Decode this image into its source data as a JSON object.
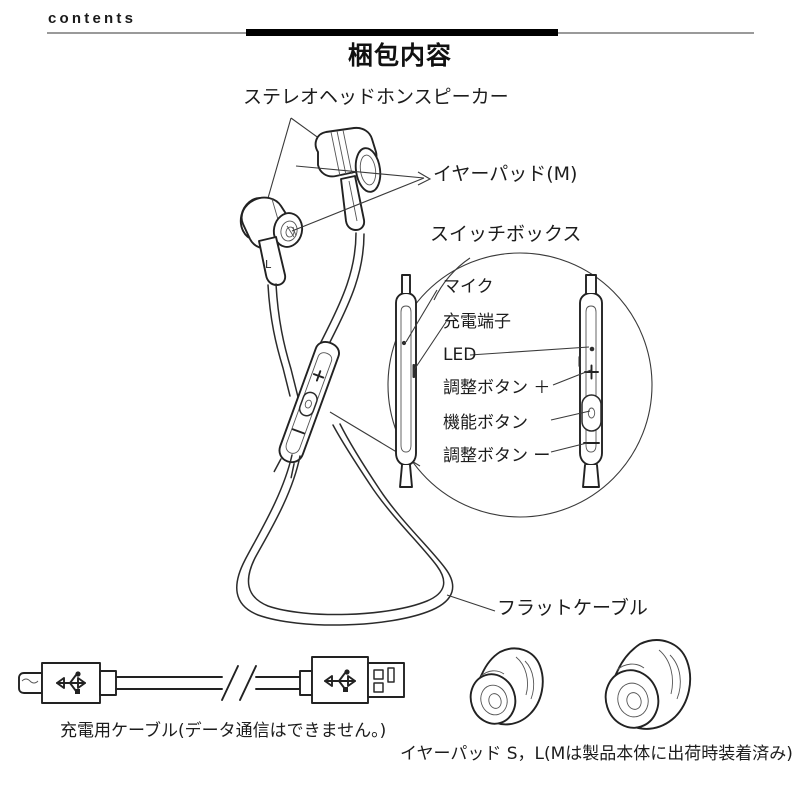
{
  "header": {
    "section_label": "contents",
    "title": "梱包内容"
  },
  "diagram": {
    "type": "product-parts-diagram",
    "subject": "Bluetooth stereo earphones package contents",
    "callouts": [
      {
        "id": "speaker",
        "label": "ステレオヘッドホンスピーカー"
      },
      {
        "id": "earpad-m",
        "label": "イヤーパッド(M)"
      },
      {
        "id": "switchbox",
        "label": "スイッチボックス"
      },
      {
        "id": "flat-cable",
        "label": "フラットケーブル"
      }
    ],
    "detail_circle": {
      "title_ref": "スイッチボックス",
      "callouts": [
        {
          "id": "mic",
          "label": "マイク"
        },
        {
          "id": "charge",
          "label": "充電端子"
        },
        {
          "id": "led",
          "label": "LED"
        },
        {
          "id": "vol-up",
          "label": "調整ボタン ＋"
        },
        {
          "id": "function",
          "label": "機能ボタン"
        },
        {
          "id": "vol-down",
          "label": "調整ボタン ー"
        }
      ],
      "button_marks": {
        "plus": "＋",
        "minus": "ー"
      }
    },
    "earbud_marks": {
      "left": "L"
    },
    "bottom_items": [
      {
        "id": "usb-cable",
        "caption": "充電用ケーブル(データ通信はできません。)"
      },
      {
        "id": "earpads-sl",
        "caption": "イヤーパッド S，L(Mは製品本体に出荷時装着済み)"
      }
    ]
  },
  "colors": {
    "background": "#ffffff",
    "ink": "#1c1c1c",
    "rule_gray": "#9a9a9a",
    "bar_black": "#000000",
    "leader_line": "#3a3a3a"
  }
}
